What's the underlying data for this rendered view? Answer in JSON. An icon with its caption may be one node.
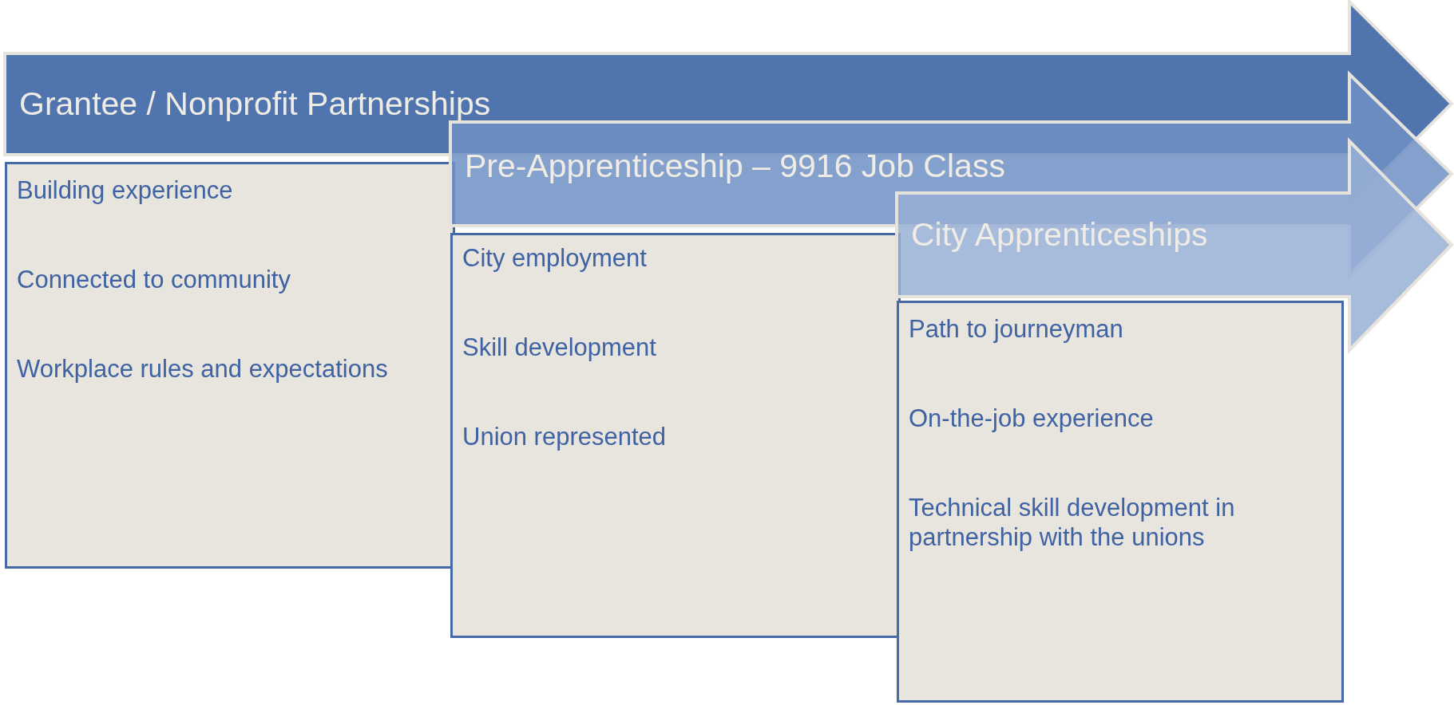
{
  "diagram": {
    "nodes": [
      {
        "text": [
          "Grantee / Nonprofit Partnerships"
        ]
      },
      {
        "text": [
          "Building experience",
          "Connected to community",
          "Workplace rules and expectations"
        ]
      },
      {
        "text": [
          "Pre-Apprenticeship – 9916 Job Class"
        ]
      },
      {
        "text": [
          "City employment",
          "Skill development",
          "Union represented"
        ]
      },
      {
        "text": [
          "City Apprenticeships"
        ]
      },
      {
        "text": [
          "Path to journeyman",
          "On-the-job experience",
          "Technical skill development in partnership with the unions"
        ]
      }
    ]
  }
}
